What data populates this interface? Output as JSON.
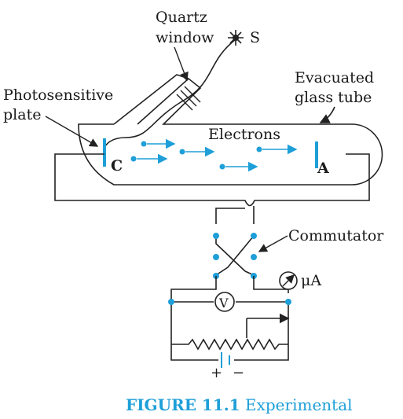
{
  "labels": {
    "quartz_window_line1": "Quartz",
    "quartz_window_line2": "window",
    "source": "S",
    "photosensitive_line1": "Photosensitive",
    "photosensitive_line2": "plate",
    "evacuated_line1": "Evacuated",
    "evacuated_line2": "glass tube",
    "electrons": "Electrons",
    "cathode": "C",
    "anode": "A",
    "commutator": "Commutator",
    "microammeter": "μA",
    "voltmeter": "V",
    "battery_plus": "+",
    "battery_minus": "−"
  },
  "caption": {
    "figure_no": "FIGURE 11.1",
    "text": "Experimental"
  },
  "colors": {
    "accent": "#1e9fd8",
    "line": "#222222"
  }
}
